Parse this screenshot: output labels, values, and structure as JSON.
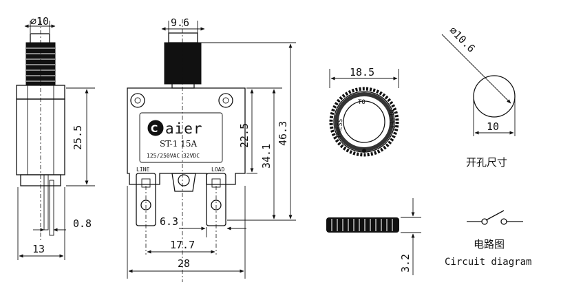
{
  "side_view": {
    "top_diameter": "⌀10",
    "body_height": "25.5",
    "terminal_thickness": "0.8",
    "width": "13"
  },
  "front_view": {
    "top_width": "9.6",
    "brand": "aier",
    "model": "ST-1 15A",
    "rating": "125/250VAC 32VDC",
    "terminal_left": "LINE",
    "terminal_right": "LOAD",
    "dim_body": "22.5",
    "dim_mid": "34.1",
    "dim_total": "46.3",
    "dim_terminal_width": "6.3",
    "dim_terminal_pitch": "17.7",
    "dim_width": "28"
  },
  "nut_view": {
    "diameter": "18.5",
    "text_top": "TO",
    "text_left": "PRESS",
    "text_right": "RESET",
    "thickness": "3.2"
  },
  "panel_cutout": {
    "diameter": "⌀10.6",
    "width": "10",
    "caption": "开孔尺寸"
  },
  "circuit": {
    "caption_cn": "电路图",
    "caption_en": "Circuit diagram"
  }
}
